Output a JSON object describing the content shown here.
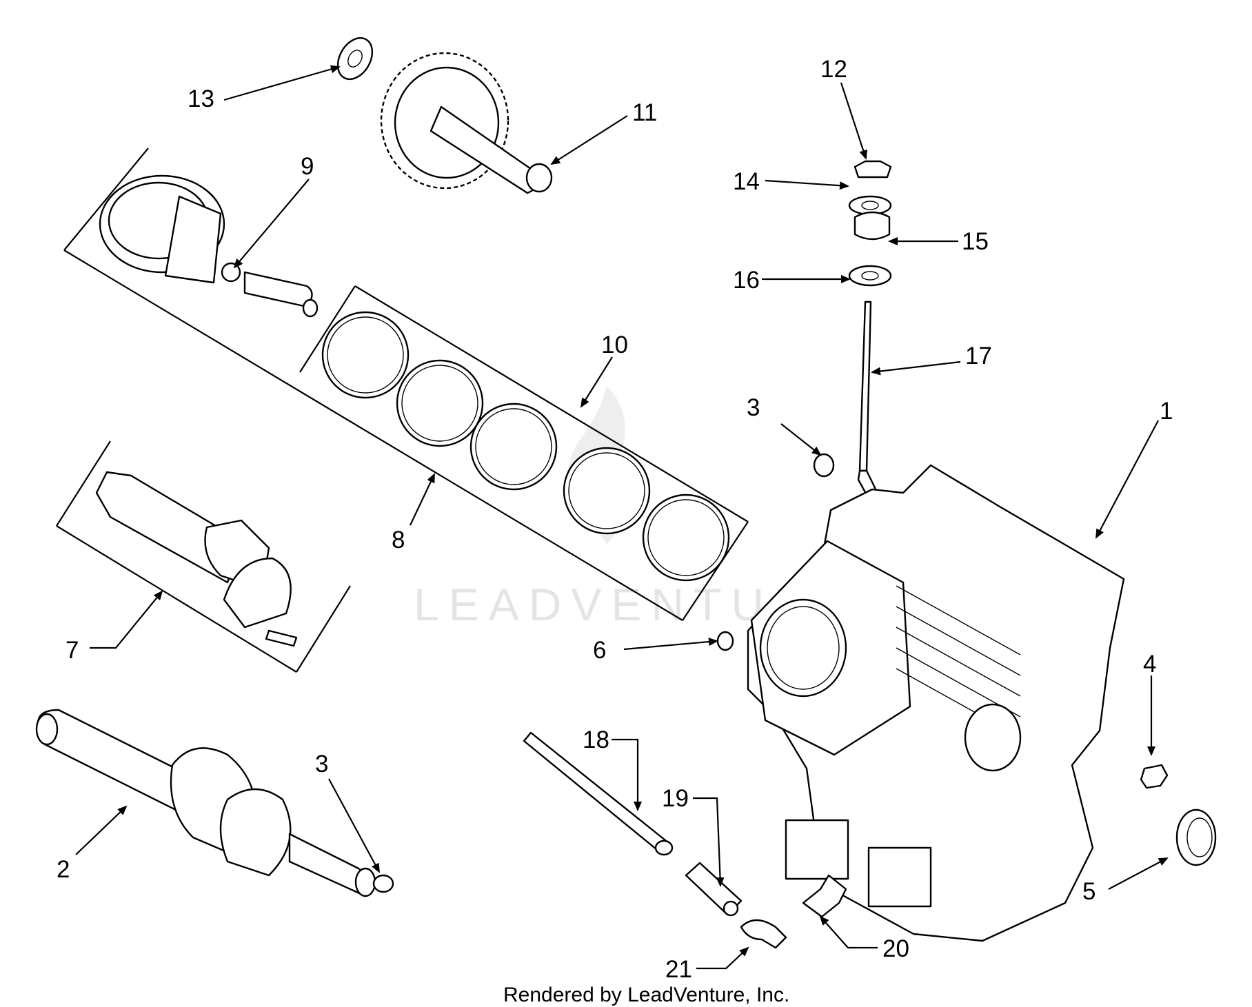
{
  "callouts": [
    {
      "id": "1",
      "label": "1"
    },
    {
      "id": "2",
      "label": "2"
    },
    {
      "id": "3a",
      "label": "3"
    },
    {
      "id": "3b",
      "label": "3"
    },
    {
      "id": "4",
      "label": "4"
    },
    {
      "id": "5",
      "label": "5"
    },
    {
      "id": "6",
      "label": "6"
    },
    {
      "id": "7",
      "label": "7"
    },
    {
      "id": "8",
      "label": "8"
    },
    {
      "id": "9",
      "label": "9"
    },
    {
      "id": "10",
      "label": "10"
    },
    {
      "id": "11",
      "label": "11"
    },
    {
      "id": "12",
      "label": "12"
    },
    {
      "id": "13",
      "label": "13"
    },
    {
      "id": "14",
      "label": "14"
    },
    {
      "id": "15",
      "label": "15"
    },
    {
      "id": "16",
      "label": "16"
    },
    {
      "id": "17",
      "label": "17"
    },
    {
      "id": "18",
      "label": "18"
    },
    {
      "id": "19",
      "label": "19"
    },
    {
      "id": "20",
      "label": "20"
    },
    {
      "id": "21",
      "label": "21"
    }
  ],
  "watermark": "LEADVENTURE",
  "footer": "Rendered by LeadVenture, Inc.",
  "colors": {
    "ink": "#000000",
    "background": "#ffffff",
    "watermark": "#e4e4e4"
  }
}
